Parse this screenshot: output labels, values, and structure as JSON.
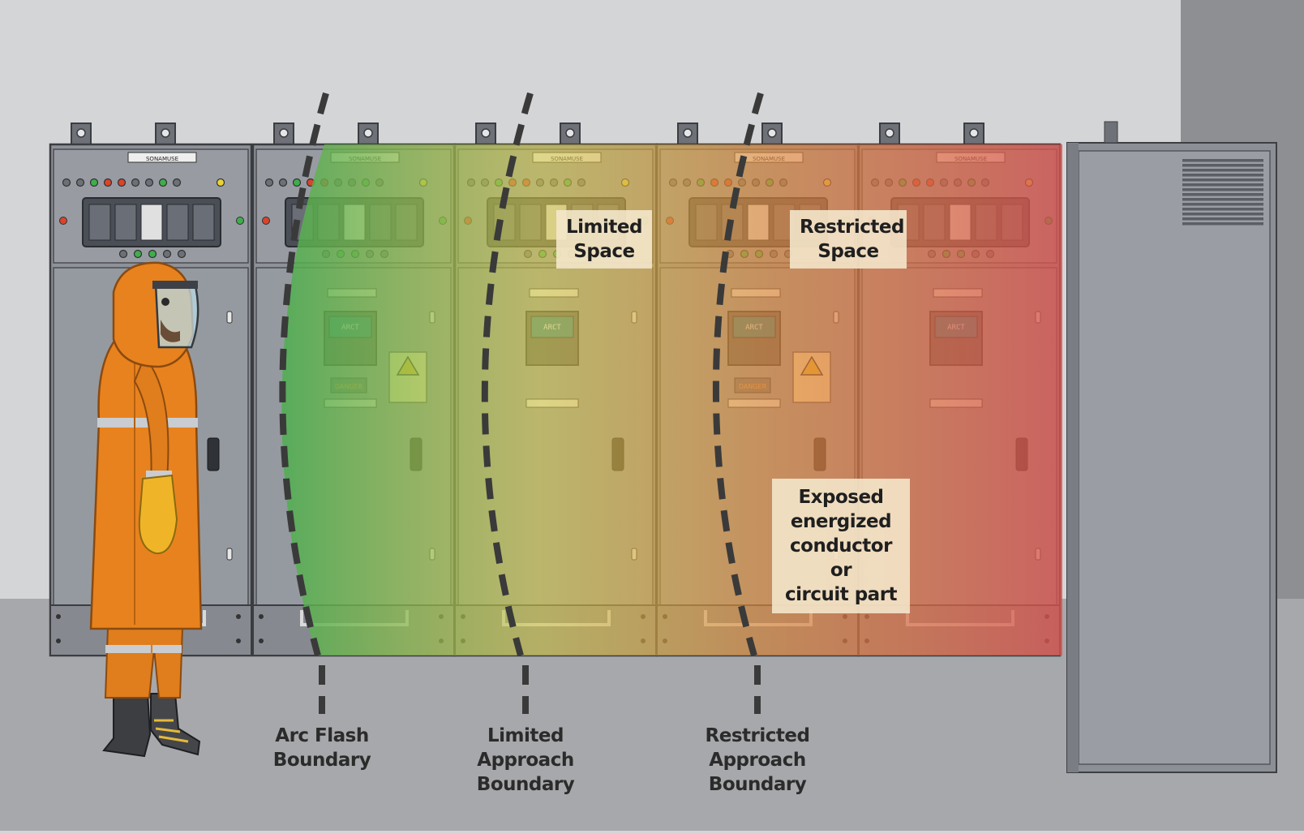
{
  "zones": {
    "limited_space": {
      "line1": "Limited",
      "line2": "Space"
    },
    "restricted_space": {
      "line1": "Restricted",
      "line2": "Space"
    },
    "exposed_part": {
      "line1": "Exposed",
      "line2": "energized",
      "line3": "conductor or",
      "line4": "circuit part"
    }
  },
  "boundaries": {
    "arc_flash": {
      "line1": "Arc Flash",
      "line2": "Boundary"
    },
    "limited_approach": {
      "line1": "Limited",
      "line2": "Approach",
      "line3": "Boundary"
    },
    "restricted_approach": {
      "line1": "Restricted",
      "line2": "Approach",
      "line3": "Boundary"
    }
  },
  "panel_labels": {
    "nameplate": "SONAMUSE",
    "display_text": "ARCT",
    "warning_tag": "DANGER"
  },
  "colors": {
    "arc_flash_zone": "#4caf50",
    "limited_zone": "#d4c84a",
    "restricted_zone": "#e08a3c",
    "exposed_zone": "#d9534f",
    "ppe_suit": "#e8821e",
    "boundary_line": "#3a3a3a"
  }
}
